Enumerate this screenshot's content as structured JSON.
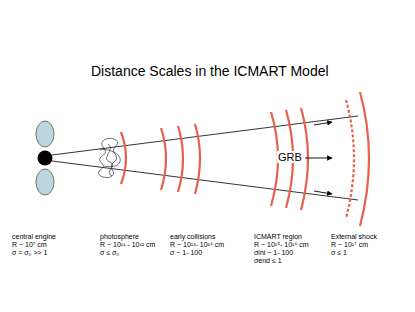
{
  "diagram": {
    "title": "Distance Scales in the ICMART Model",
    "labels": [
      "GRB",
      "central engine",
      "R ~ 10⁷ cm",
      "σ = σ₀ >> 1",
      "photosphere",
      "R ~ 10¹¹ - 10¹² cm",
      "σ ≤ σ₀",
      "early collisions",
      "R ~ 10¹³- 10¹⁴ cm",
      "σ ~ 1- 100",
      "ICMART region",
      "R ~ 10¹⁵- 10¹⁶ cm",
      "σini ~ 1- 100",
      "σend ≤ 1",
      "External shock",
      "R ~ 10¹⁷ cm",
      "σ ≤ 1"
    ]
  }
}
